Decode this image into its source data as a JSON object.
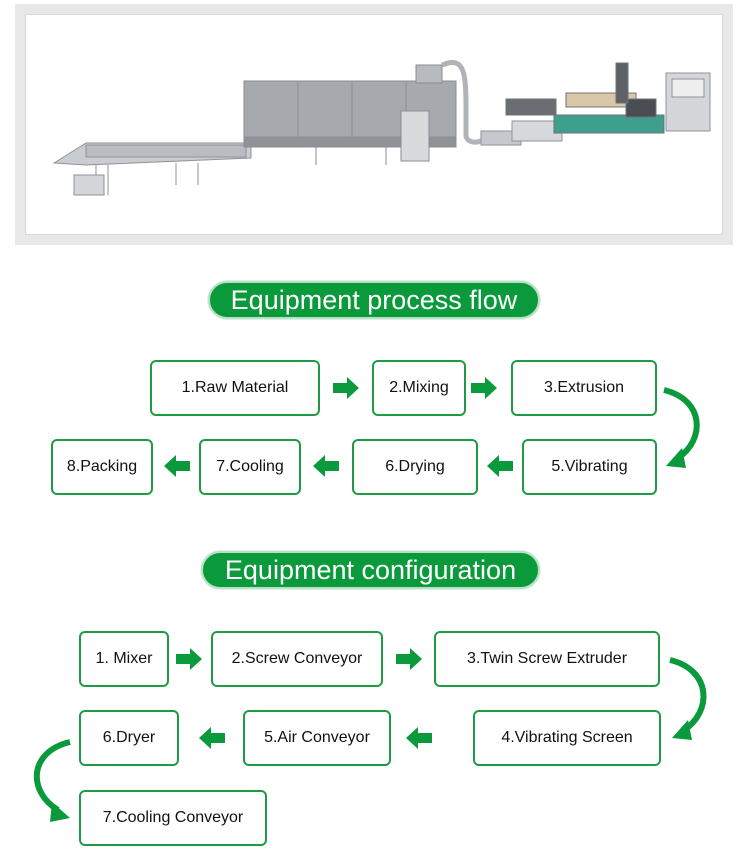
{
  "colors": {
    "accent": "#0a9a3b",
    "border": "#1f9a45",
    "text": "#111111"
  },
  "photo": {
    "alt_icon": "extruder-machine-line-illustration"
  },
  "process": {
    "title": "Equipment process flow",
    "steps": [
      "1.Raw Material",
      "2.Mixing",
      "3.Extrusion",
      "5.Vibrating",
      "6.Drying",
      "7.Cooling",
      "8.Packing"
    ]
  },
  "config": {
    "title": "Equipment configuration",
    "steps": [
      "1. Mixer",
      "2.Screw Conveyor",
      "3.Twin Screw Extruder",
      "4.Vibrating Screen",
      "5.Air Conveyor",
      "6.Dryer",
      "7.Cooling Conveyor"
    ]
  }
}
